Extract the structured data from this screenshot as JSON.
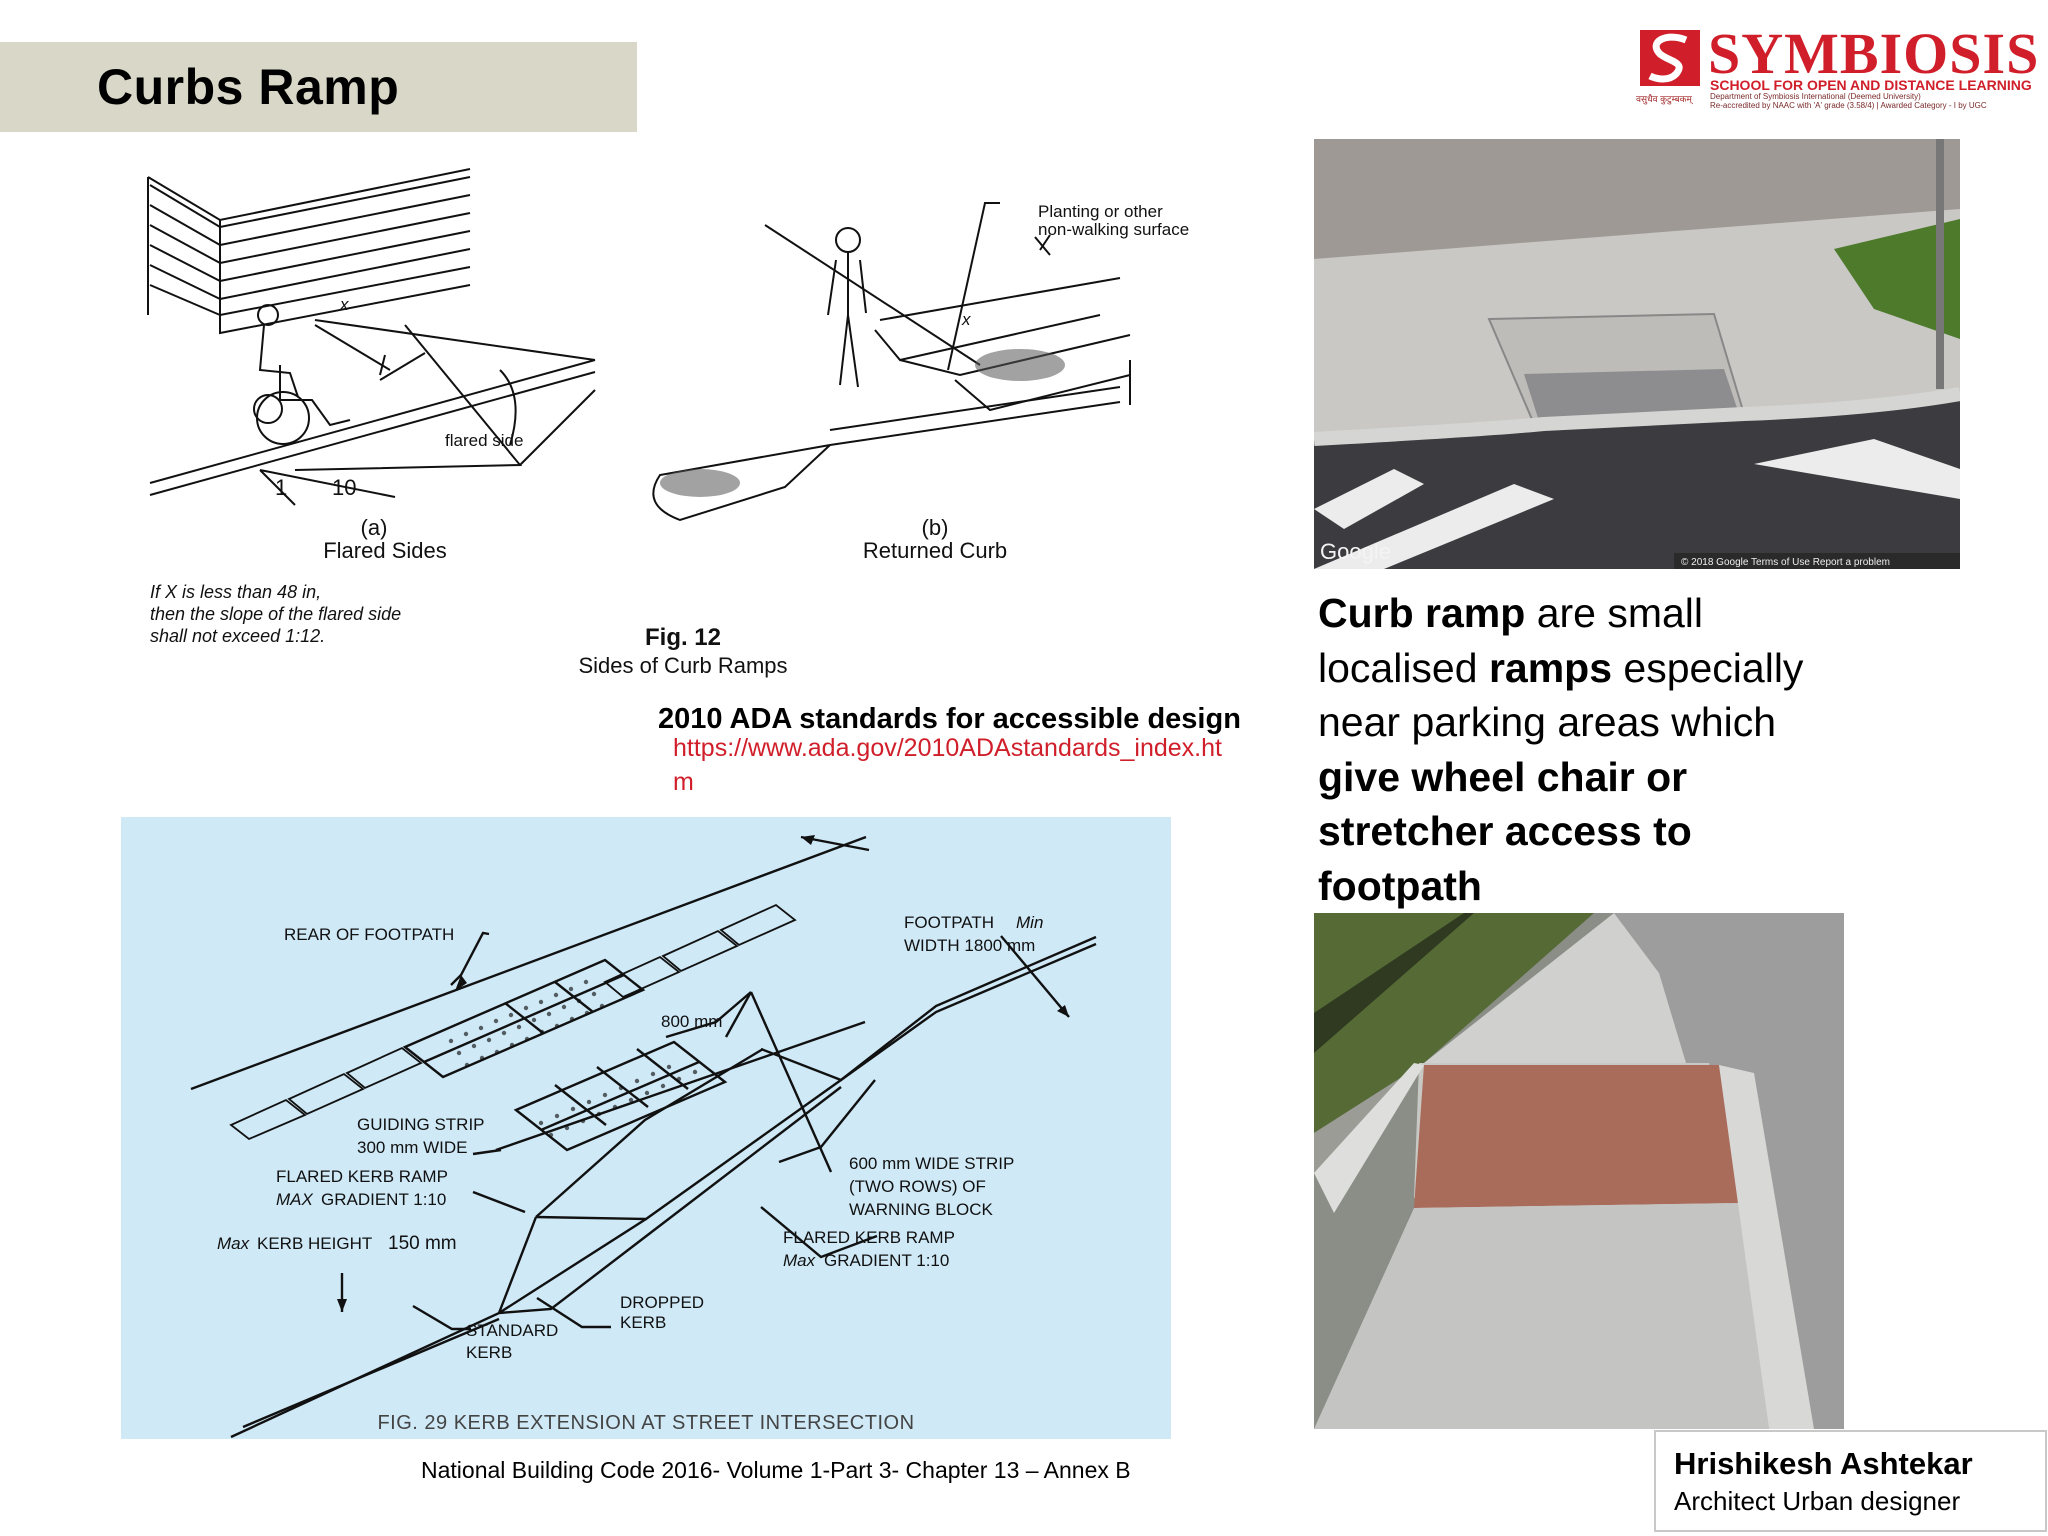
{
  "slide": {
    "title": "Curbs Ramp"
  },
  "logo": {
    "name": "SYMBIOSIS",
    "subtitle": "SCHOOL FOR OPEN AND DISTANCE LEARNING",
    "tagline_1": "Department of Symbiosis International (Deemed University)",
    "tagline_2": "Re-accredited by NAAC with 'A' grade (3.58/4) | Awarded Category - I by UGC",
    "devanagari_motto": "वसुधैव कुटुम्बकम्",
    "colors": {
      "brand": "#d01f2a"
    }
  },
  "figure_12": {
    "label_a_letter": "(a)",
    "label_a_name": "Flared Sides",
    "label_b_letter": "(b)",
    "label_b_name": "Returned Curb",
    "flared_side_label": "flared side",
    "planting_label_1": "Planting or other",
    "planting_label_2": "non-walking surface",
    "x_mark": "x",
    "slope_1": "1",
    "slope_10": "10",
    "note_line_1": "If X is less than 48 in,",
    "note_line_2": "then the slope of the flared side",
    "note_line_3": "shall not exceed 1:12.",
    "fig_number": "Fig. 12",
    "fig_caption": "Sides of Curb Ramps"
  },
  "ada_reference": {
    "title": "2010 ADA standards for accessible design",
    "url": "https://www.ada.gov/2010ADAstandards_index.htm"
  },
  "figure_29": {
    "rear_of_footpath": "REAR OF FOOTPATH",
    "footpath_width_1": "FOOTPATH",
    "footpath_width_min": "Min",
    "footpath_width_2": "WIDTH 1800 mm",
    "dim_800": "800 mm",
    "guiding_strip_1": "GUIDING STRIP",
    "guiding_strip_2": "300 mm WIDE",
    "flared_ramp_1": "FLARED KERB RAMP",
    "flared_ramp_2_prefix": "MAX",
    "flared_ramp_2": "GRADIENT 1:10",
    "kerb_height_prefix": "Max",
    "kerb_height": "KERB HEIGHT",
    "kerb_height_value": "150 mm",
    "warning_strip_1": "600 mm WIDE STRIP",
    "warning_strip_2": "(TWO ROWS) OF",
    "warning_strip_3": "WARNING BLOCK",
    "flared_ramp_right_1": "FLARED KERB  RAMP",
    "flared_ramp_right_2_prefix": "Max",
    "flared_ramp_right_2": "GRADIENT 1:10",
    "dropped_kerb_1": "DROPPED",
    "dropped_kerb_2": "KERB",
    "standard_kerb_1": "STANDARD",
    "standard_kerb_2": "KERB",
    "caption": "FIG. 29 KERB EXTENSION AT STREET INTERSECTION",
    "source": "National Building Code  2016- Volume 1-Part 3- Chapter 13 – Annex B"
  },
  "photo_top": {
    "watermark": "Google",
    "footer_text": "© 2018 Google   Terms of Use   Report a problem"
  },
  "description": {
    "part1_bold": "Curb ramp",
    "part2": " are small localised ",
    "part3_bold": "ramps",
    "part4": " especially near parking areas which ",
    "part5_bold": "give wheel chair or stretcher access to footpath"
  },
  "author": {
    "name": "Hrishikesh Ashtekar",
    "role": "Architect  Urban designer"
  }
}
